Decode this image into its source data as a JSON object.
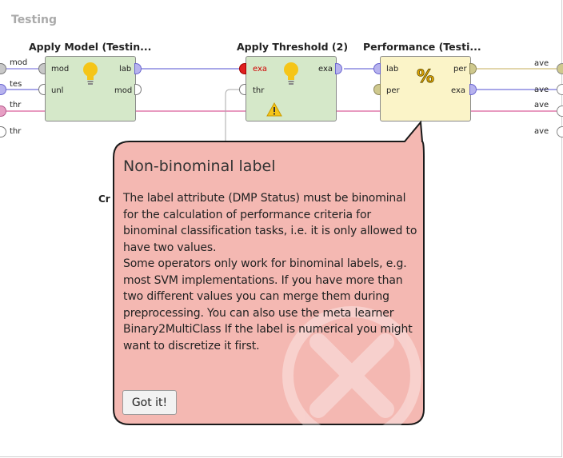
{
  "process": {
    "title": "Testing"
  },
  "operators": {
    "apply_model": {
      "name": "Apply Model (Testin...",
      "in_ports": [
        "mod",
        "unl"
      ],
      "out_ports": [
        "lab",
        "mod"
      ]
    },
    "apply_threshold": {
      "name": "Apply Threshold (2)",
      "in_ports": [
        "exa",
        "thr"
      ],
      "out_ports": [
        "exa"
      ]
    },
    "performance": {
      "name": "Performance (Testi...",
      "in_ports": [
        "lab",
        "per"
      ],
      "out_ports": [
        "per",
        "exa"
      ]
    }
  },
  "inner_source_ports": [
    "mod",
    "tes",
    "thr",
    "thr"
  ],
  "inner_sink_ports": [
    "ave",
    "ave",
    "ave",
    "ave"
  ],
  "hidden_operator_partial": "Cr",
  "tooltip": {
    "title": "Non-binominal label",
    "paragraphs": [
      "The label attribute (DMP Status) must be binominal for the calculation of performance criteria for binominal classification tasks, i.e. it is only allowed to have two values.",
      "Some operators only work for binominal labels, e.g. most SVM implementations. If you have more than two different values you can merge them during preprocessing. You can also use the meta learner Binary2MultiClass If the label is numerical you might want to discretize it first."
    ],
    "button_label": "Got it!"
  },
  "colors": {
    "bubble_fill": "#f4b8b2",
    "bubble_border": "#1a1a1a",
    "model_connection": "#9b95e6",
    "example_connection": "#8c8ae0",
    "threshold_connection": "#e07aab",
    "performance_connection": "#d8c890",
    "operator_green": "#d5e8c9",
    "operator_yellow": "#fbf4c8",
    "error_red": "#d00000"
  },
  "icons": [
    "lightbulb-icon",
    "lightbulb-icon",
    "warning-icon",
    "percent-icon",
    "close-watermark-icon"
  ]
}
